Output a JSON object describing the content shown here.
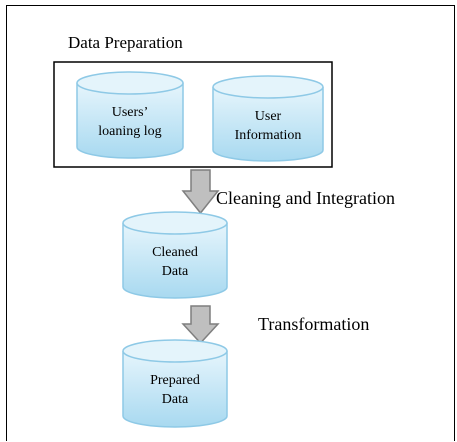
{
  "diagram": {
    "title": "Data Preparation",
    "sources": [
      {
        "label_line1": "Users’",
        "label_line2": "loaning log"
      },
      {
        "label_line1": "User",
        "label_line2": "Information"
      }
    ],
    "step1": "Cleaning and Integration",
    "cleaned": {
      "label_line1": "Cleaned",
      "label_line2": "Data"
    },
    "step2": "Transformation",
    "prepared": {
      "label_line1": "Prepared",
      "label_line2": "Data"
    }
  },
  "colors": {
    "cylinder_top": "#ddf0fa",
    "cylinder_body_light": "#d4eef9",
    "cylinder_body_dark": "#9fd4ee",
    "cylinder_stroke": "#8ec9e6",
    "arrow_fill": "#bfbfbf",
    "arrow_stroke": "#7f7f7f"
  }
}
